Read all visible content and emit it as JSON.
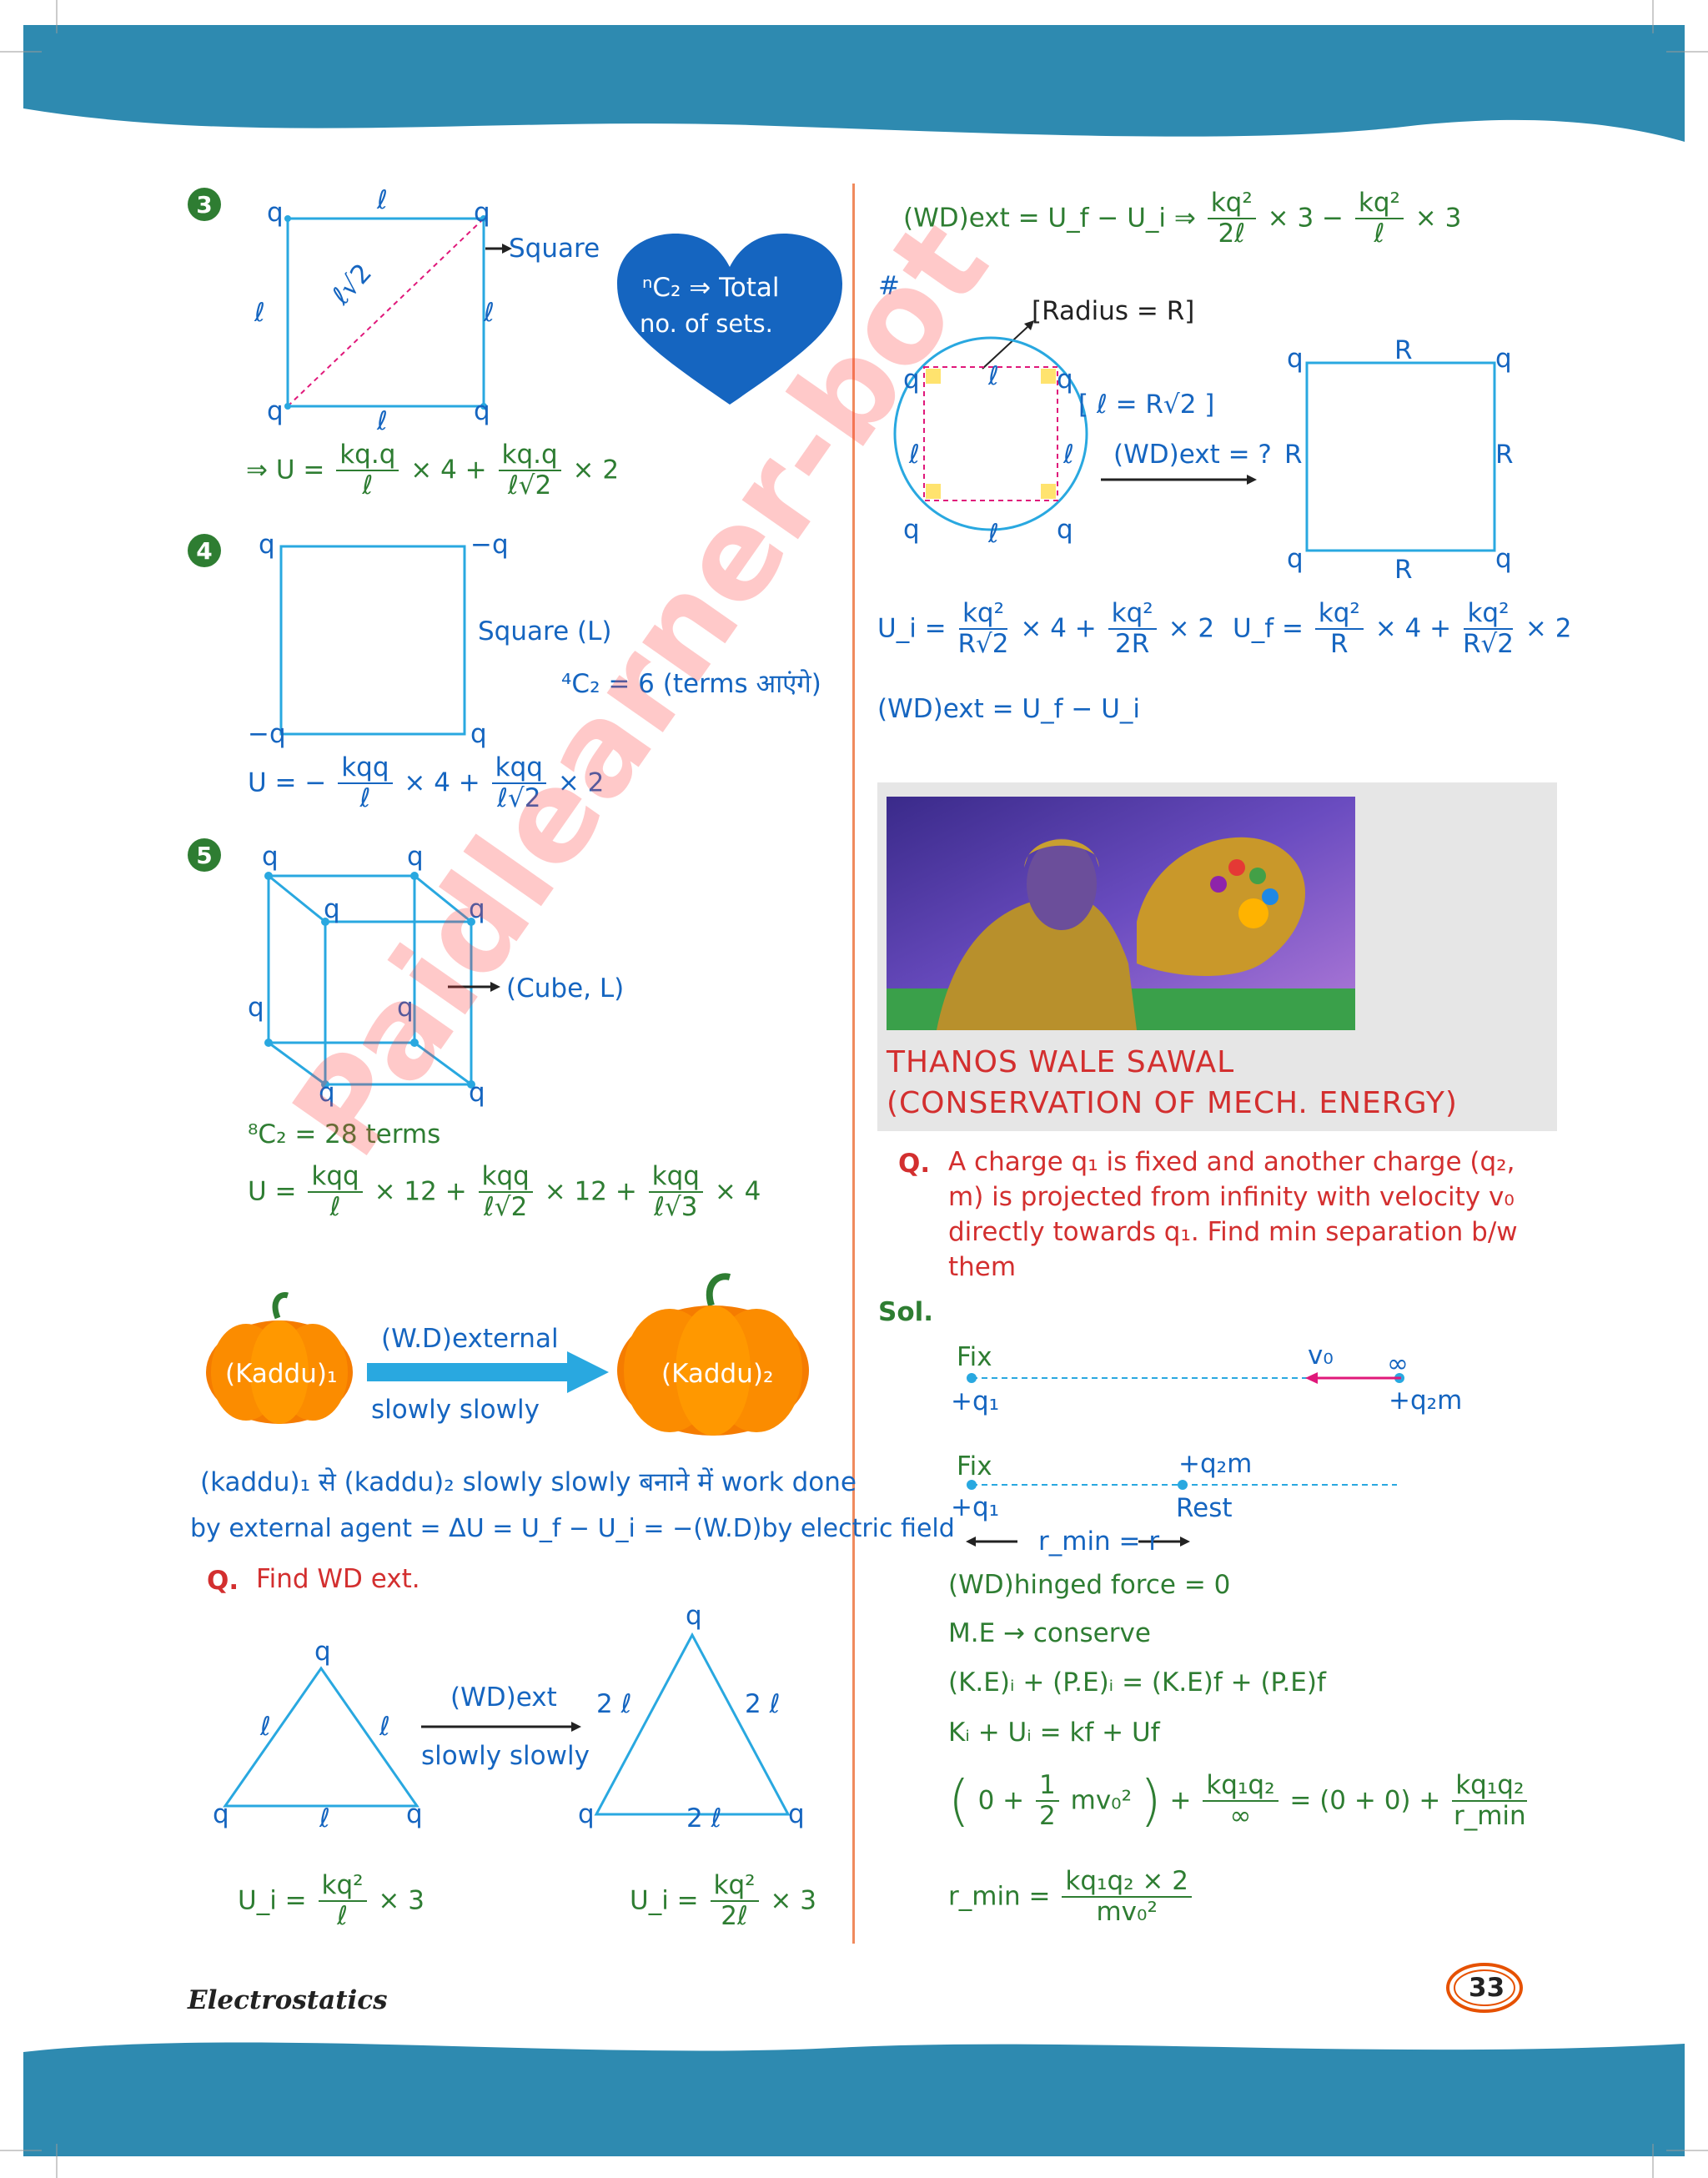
{
  "left": {
    "items": [
      {
        "num": "3",
        "diagram": {
          "side": "ℓ",
          "diag": "ℓ√2",
          "corner": "q",
          "label": "Square"
        },
        "formula_prefix": "⇒ U =",
        "t1_num": "kq.q",
        "t1_den": "ℓ",
        "t1_mul": "× 4 +",
        "t2_num": "kq.q",
        "t2_den": "ℓ√2",
        "t2_mul": "× 2"
      },
      {
        "num": "4",
        "diagram": {
          "tl": "q",
          "tr": "−q",
          "bl": "−q",
          "br": "q",
          "label": "Square (L)",
          "combo": "⁴C₂ = 6 (terms आएंगे)"
        },
        "formula_prefix": "U = −",
        "t1_num": "kqq",
        "t1_den": "ℓ",
        "t1_mul": "× 4 +",
        "t2_num": "kqq",
        "t2_den": "ℓ√2",
        "t2_mul": "× 2"
      },
      {
        "num": "5",
        "diagram": {
          "corner": "q",
          "label": "(Cube, L)"
        },
        "combo": "⁸C₂ = 28 terms",
        "formula_prefix": "U =",
        "t1_num": "kqq",
        "t1_den": "ℓ",
        "t1_mul": "× 12 +",
        "t2_num": "kqq",
        "t2_den": "ℓ√2",
        "t2_mul": "× 12 +",
        "t3_num": "kqq",
        "t3_den": "ℓ√3",
        "t3_mul": "× 4"
      }
    ],
    "heart": {
      "line1": "ⁿC₂ ⇒ Total",
      "line2": "no. of sets."
    },
    "kaddu": {
      "left": "(Kaddu)₁",
      "right": "(Kaddu)₂",
      "arrow_top": "(W.D)external",
      "arrow_bottom": "slowly slowly",
      "line1": "(kaddu)₁ से (kaddu)₂ slowly slowly बनाने में work done",
      "line2": "by external agent = ΔU = U_f − U_i = −(W.D)by electric field"
    },
    "question": {
      "q": "Q.",
      "text": "Find WD ext."
    },
    "triangles": {
      "small_side": "ℓ",
      "big_side": "2 ℓ",
      "corner": "q",
      "arrow_top": "(WD)ext",
      "arrow_bottom": "slowly slowly",
      "ui_left_prefix": "U_i =",
      "ui_left_num": "kq²",
      "ui_left_den": "ℓ",
      "ui_left_mul": "× 3",
      "ui_right_prefix": "U_i =",
      "ui_right_num": "kq²",
      "ui_right_den": "2ℓ",
      "ui_right_mul": "× 3"
    }
  },
  "right": {
    "wd_line": {
      "prefix": "(WD)ext = U_f − U_i ⇒",
      "n1": "kq²",
      "d1": "2ℓ",
      "m1": "× 3 −",
      "n2": "kq²",
      "d2": "ℓ",
      "m2": "× 3"
    },
    "hash": "#",
    "radius_label": "[Radius = R]",
    "l_label": "[ ℓ = R√2 ]",
    "wd_q": "(WD)ext = ?",
    "side_R": "R",
    "corner": "q",
    "side_l": "ℓ",
    "ui": {
      "prefix": "U_i =",
      "n1": "kq²",
      "d1": "R√2",
      "m1": "× 4 +",
      "n2": "kq²",
      "d2": "2R",
      "m2": "× 2"
    },
    "uf": {
      "prefix": "U_f =",
      "n1": "kq²",
      "d1": "R",
      "m1": "× 4 +",
      "n2": "kq²",
      "d2": "R√2",
      "m2": "× 2"
    },
    "wd_final": "(WD)ext = U_f − U_i",
    "thanos_title1": "THANOS WALE SAWAL",
    "thanos_title2": "(CONSERVATION OF MECH. ENERGY)",
    "question": {
      "q": "Q.",
      "lines": [
        "A charge q₁ is fixed and another charge (q₂,",
        "m) is projected from infinity with velocity v₀",
        "directly towards q₁. Find min separation b/w",
        "them"
      ]
    },
    "sol": "Sol.",
    "diag1": {
      "fix": "Fix",
      "q1": "+q₁",
      "v0": "v₀",
      "inf": "∞",
      "q2": "+q₂m"
    },
    "diag2": {
      "fix": "Fix",
      "q1": "+q₁",
      "q2": "+q₂m",
      "rest": "Rest",
      "rmin": "r_min = r"
    },
    "steps": [
      "(WD)hinged force = 0",
      "M.E → conserve",
      "(K.E)ᵢ + (P.E)ᵢ = (K.E)f + (P.E)f",
      "Kᵢ + Uᵢ = kf + Uf"
    ],
    "energy_eq": {
      "part1": "0 +",
      "half": "1",
      "two": "2",
      "mv": "mv₀²",
      "plus": "+",
      "n1": "kq₁q₂",
      "d1": "∞",
      "eq": "= (0 + 0) +",
      "n2": "kq₁q₂",
      "d2": "r_min"
    },
    "rmin_eq": {
      "prefix": "r_min =",
      "num": "kq₁q₂ × 2",
      "den": "mv₀²"
    }
  },
  "watermark": "Paidlearner-bot",
  "footer": {
    "subject": "Electrostatics",
    "page": "33"
  }
}
